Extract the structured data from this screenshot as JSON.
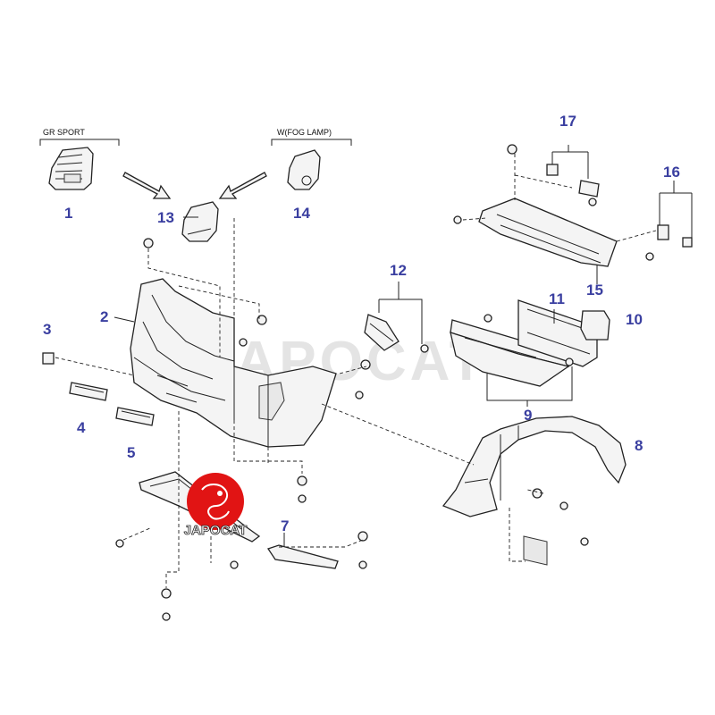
{
  "colors": {
    "label": "#3a3fa0",
    "logo_red": "#e11414",
    "line": "#222222"
  },
  "headers": {
    "gr_sport": "GR SPORT",
    "fog_lamp": "W(FOG LAMP)"
  },
  "watermark": "JAPOCAT",
  "logo": {
    "text": "JAPOCAT"
  },
  "callouts": {
    "c1": "1",
    "c2": "2",
    "c3": "3",
    "c4": "4",
    "c5": "5",
    "c7": "7",
    "c8": "8",
    "c9": "9",
    "c10": "10",
    "c11": "11",
    "c12": "12",
    "c13": "13",
    "c14": "14",
    "c15": "15",
    "c16": "16",
    "c17": "17"
  }
}
